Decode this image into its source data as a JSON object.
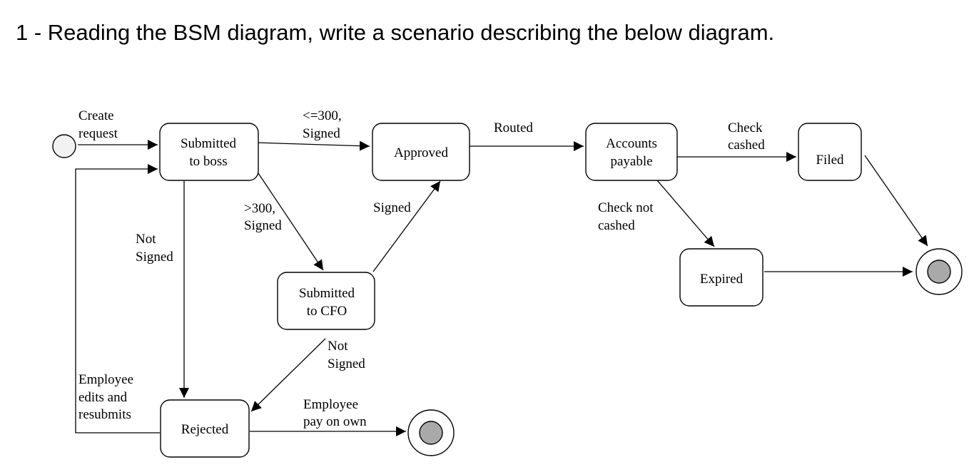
{
  "question": "1 - Reading the BSM diagram, write a scenario describing the below diagram.",
  "states": {
    "submitted_boss": [
      "Submitted",
      "to boss"
    ],
    "approved": [
      "Approved"
    ],
    "accounts_payable": [
      "Accounts",
      "payable"
    ],
    "filed": [
      "Filed"
    ],
    "submitted_cfo": [
      "Submitted",
      "to CFO"
    ],
    "expired": [
      "Expired"
    ],
    "rejected": [
      "Rejected"
    ]
  },
  "transitions": {
    "create_request": [
      "Create",
      "request"
    ],
    "le_300_signed": [
      "<=300,",
      "Signed"
    ],
    "gt_300_signed": [
      ">300,",
      "Signed"
    ],
    "not_signed_boss": [
      "Not",
      "Signed"
    ],
    "signed_cfo": [
      "Signed"
    ],
    "not_signed_cfo": [
      "Not",
      "Signed"
    ],
    "routed": [
      "Routed"
    ],
    "check_cashed": [
      "Check",
      "cashed"
    ],
    "check_not_cashed": [
      "Check not",
      "cashed"
    ],
    "employee_resubmits": [
      "Employee",
      "edits and",
      "resubmits"
    ],
    "employee_pay_own": [
      "Employee",
      "pay on own"
    ]
  }
}
